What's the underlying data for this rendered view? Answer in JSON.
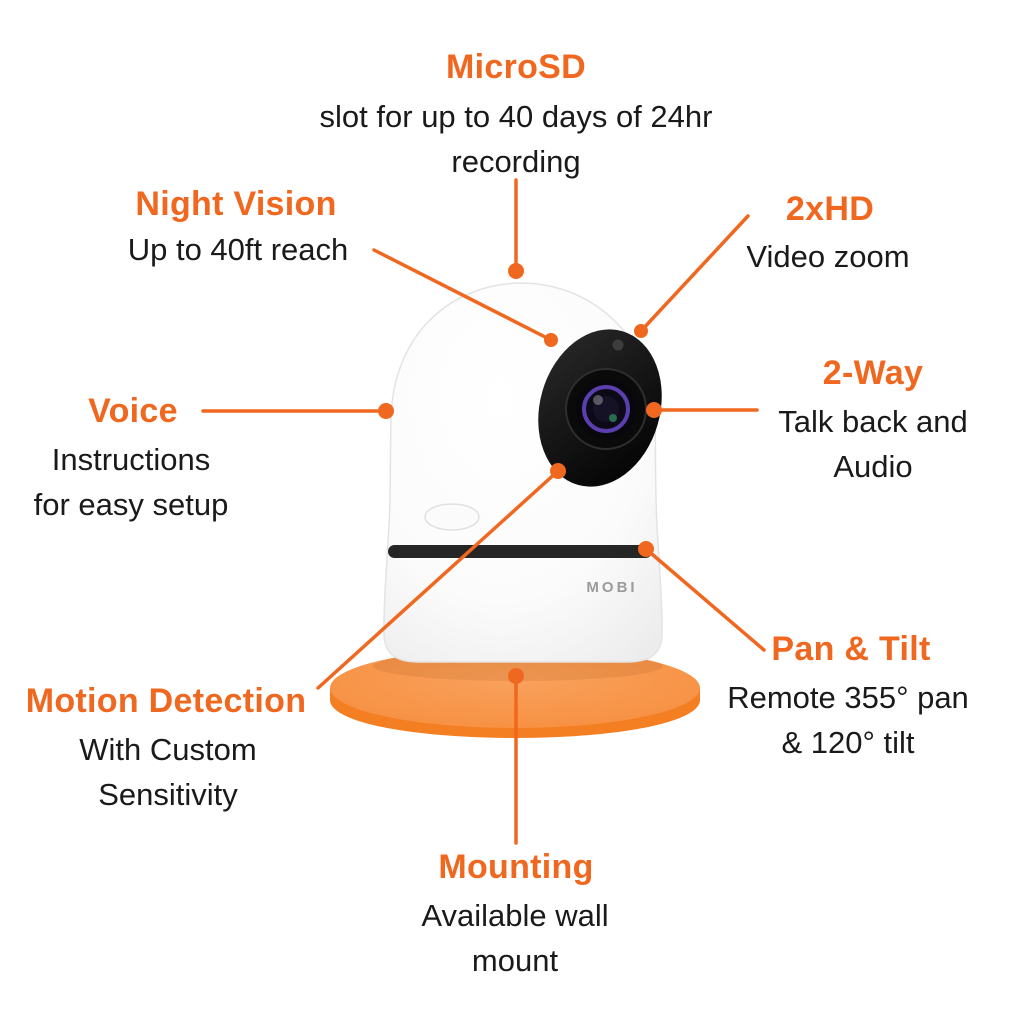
{
  "brand": "MOBI",
  "colors": {
    "accent_orange": "#F0671F",
    "platform_top": "#F8964B",
    "platform_side": "#F47E22",
    "body_text": "#1A1A1A",
    "camera_white": "#FBFBFB",
    "lens_black": "#111111"
  },
  "callouts": {
    "microsd": {
      "title": "MicroSD",
      "desc": "slot for up to 40 days of 24hr\nrecording"
    },
    "night_vision": {
      "title": "Night Vision",
      "desc": "Up to 40ft reach"
    },
    "hd_zoom": {
      "title": "2xHD",
      "desc": "Video zoom"
    },
    "voice": {
      "title": "Voice",
      "desc": "Instructions\nfor easy setup"
    },
    "two_way": {
      "title": "2-Way",
      "desc": "Talk back and\nAudio"
    },
    "motion_detection": {
      "title": "Motion Detection",
      "desc": "With Custom\nSensitivity"
    },
    "pan_tilt": {
      "title": "Pan & Tilt",
      "desc": "Remote 355° pan\n& 120° tilt"
    },
    "mounting": {
      "title": "Mounting",
      "desc": "Available wall\nmount"
    }
  }
}
